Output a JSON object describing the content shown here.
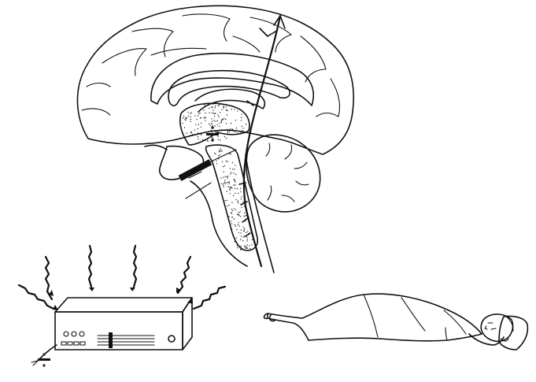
{
  "figure": {
    "regions": [
      "brain-sagittal-section",
      "stimulator-device",
      "sleeping-person"
    ],
    "colors": {
      "ink": "#111111",
      "paper": "#ffffff",
      "stipple": "#222222"
    },
    "icons": [
      "plus-minus-symbol",
      "radiating-arrows",
      "electrode",
      "nerve-fiber"
    ]
  }
}
